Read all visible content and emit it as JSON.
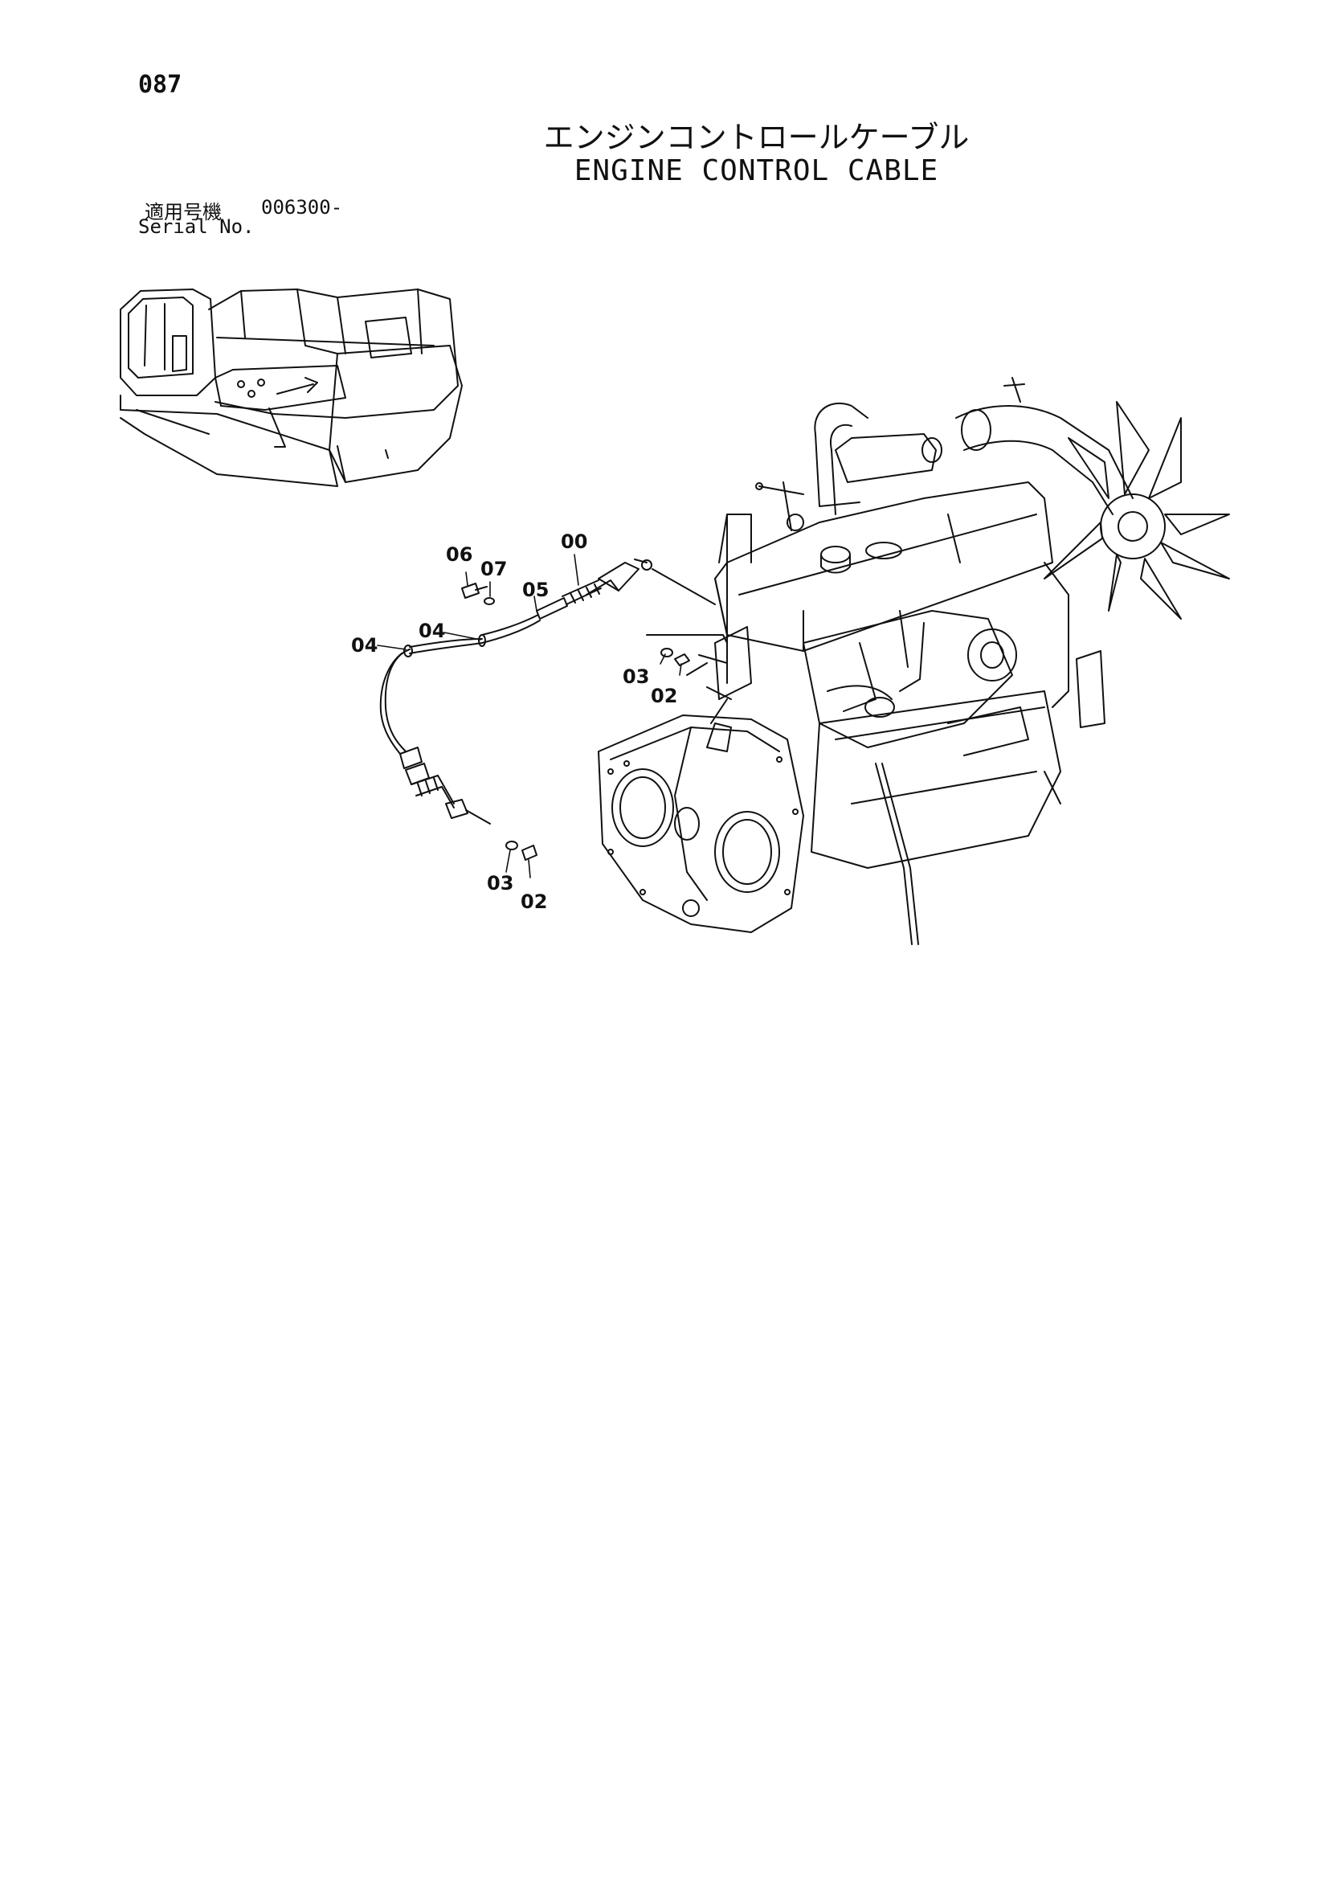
{
  "page_number": "087",
  "title_jp": "エンジンコントロールケーブル",
  "title_en": "ENGINE CONTROL CABLE",
  "serial": {
    "label_jp": "適用号機",
    "value": "006300-",
    "label_en": "Serial No."
  },
  "callouts": {
    "c00": "00",
    "c02a": "02",
    "c02b": "02",
    "c03a": "03",
    "c03b": "03",
    "c04a": "04",
    "c04b": "04",
    "c05": "05",
    "c06": "06",
    "c07": "07"
  },
  "colors": {
    "ink": "#111111",
    "paper": "#ffffff"
  }
}
